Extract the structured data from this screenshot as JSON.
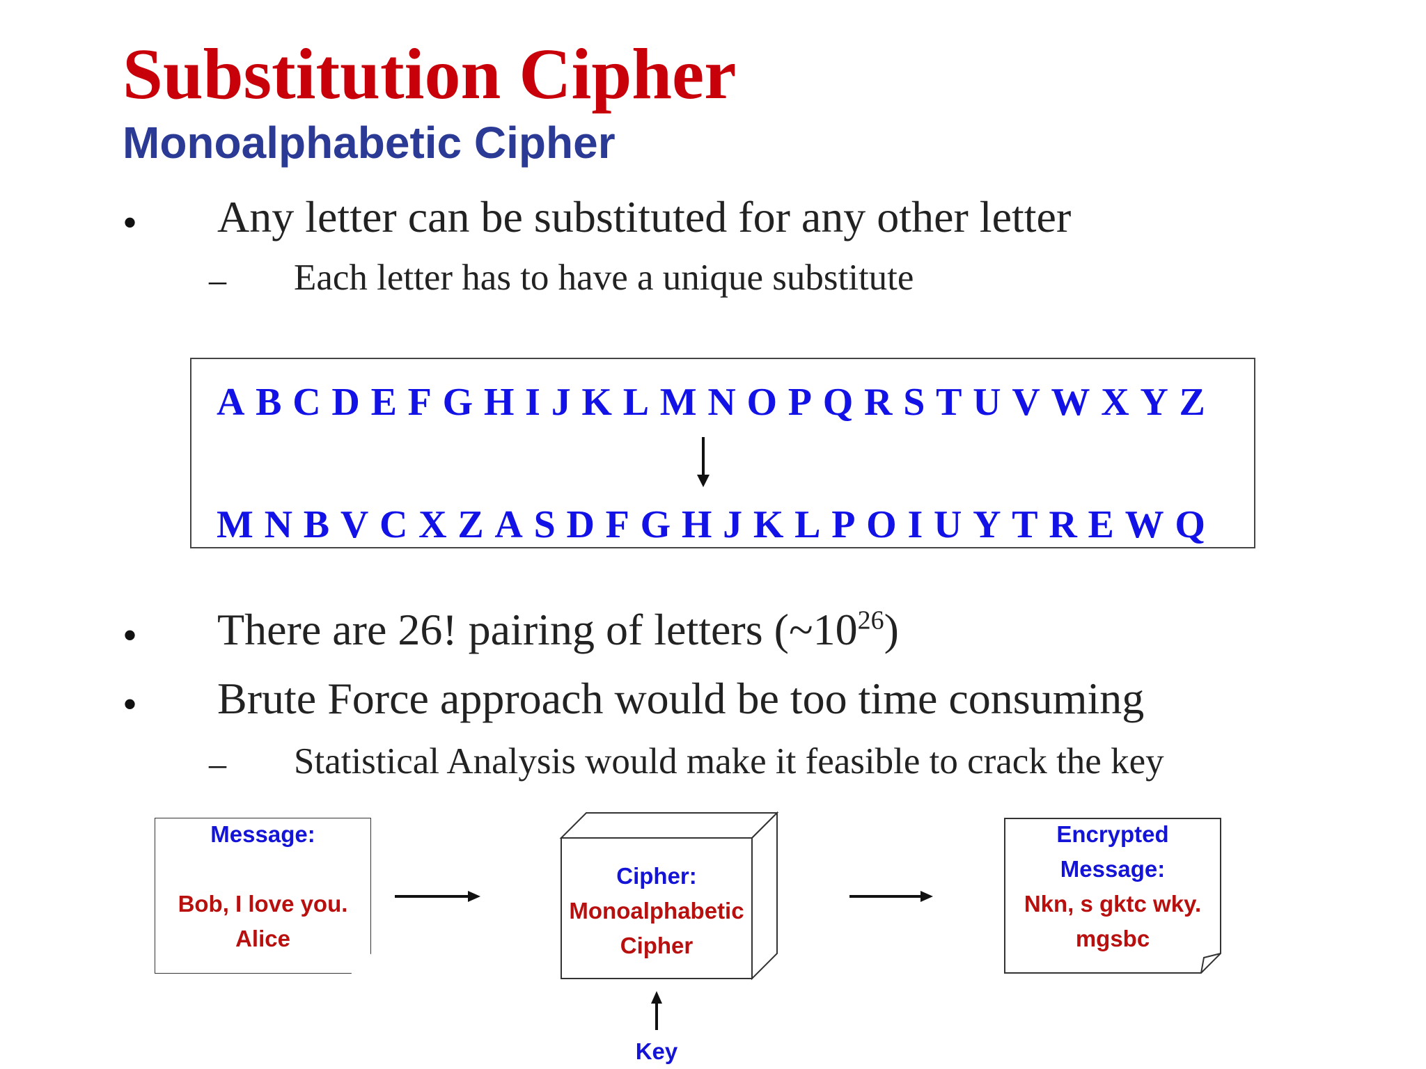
{
  "slide": {
    "title": "Substitution Cipher",
    "subtitle": "Monoalphabetic Cipher",
    "bullets": [
      {
        "bullet_symbol": "•",
        "text": "Any letter can be substituted for any other letter"
      },
      {
        "dash_symbol": "–",
        "text": "Each letter has to have a unique substitute"
      },
      {
        "bullet_symbol": "•",
        "text_before": "There are 26! pairing of letters (~10",
        "superscript": "26",
        "text_after": ")"
      },
      {
        "bullet_symbol": "•",
        "text": "Brute Force approach would be too time consuming"
      },
      {
        "dash_symbol": "–",
        "text": "Statistical Analysis would make it feasible to crack the key"
      }
    ]
  },
  "mapping": {
    "plain": [
      "A",
      "B",
      "C",
      "D",
      "E",
      "F",
      "G",
      "H",
      "I",
      "J",
      "K",
      "L",
      "M",
      "N",
      "O",
      "P",
      "Q",
      "R",
      "S",
      "T",
      "U",
      "V",
      "W",
      "X",
      "Y",
      "Z"
    ],
    "cipher": [
      "M",
      "N",
      "B",
      "V",
      "C",
      "X",
      "Z",
      "A",
      "S",
      "D",
      "F",
      "G",
      "H",
      "J",
      "K",
      "L",
      "P",
      "O",
      "I",
      "U",
      "Y",
      "T",
      "R",
      "E",
      "W",
      "Q"
    ],
    "arrow_icon": "down-arrow-icon"
  },
  "diagram": {
    "message": {
      "label": "Message:",
      "line1": "Bob, I love you.",
      "line2": "Alice"
    },
    "cipher": {
      "label": "Cipher:",
      "line1": "Monoalphabetic",
      "line2": "Cipher"
    },
    "encrypted": {
      "label1": "Encrypted",
      "label2": "Message:",
      "line1": "Nkn, s gktc wky.",
      "line2": "mgsbc"
    },
    "key_label": "Key"
  },
  "colors": {
    "title": "#c8000a",
    "subtitle": "#2b3a95",
    "alphabet": "#1212e6",
    "label_blue": "#1414d6",
    "text_red": "#b80f0f"
  }
}
